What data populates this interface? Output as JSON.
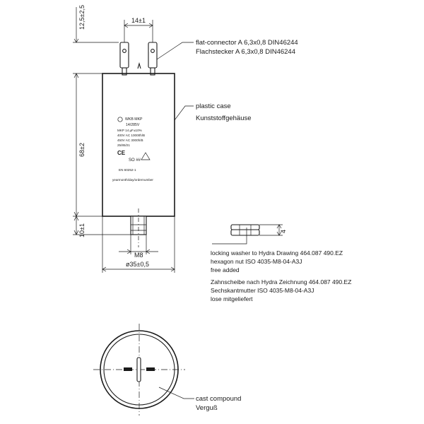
{
  "dimensions": {
    "terminal_length": "12,5±2,5",
    "terminal_spacing": "14±1",
    "body_length": "68±2",
    "stud_length": "10±1",
    "thread": "M8",
    "diameter": "ø35±0,5",
    "nut_height": "4"
  },
  "callouts": {
    "connector_en": "flat-connector A 6,3x0,8 DIN46244",
    "connector_de": "Flachstecker A 6,3x0,8 DIN46244",
    "case_en": "plastic case",
    "case_de": "Kunststoffgehäuse",
    "washer_lines": [
      "locking washer to Hydra Drawing 464.087 490.EZ",
      "hexagon nut ISO 4035-M8-04-A3J",
      "free added",
      "Zahnscheibe nach Hydra Zeichnung 464.087 490.EZ",
      "Sechskantmutter ISO 4035-M8-04-A3J",
      "lose mitgeliefert"
    ],
    "compound_en": "cast compound",
    "compound_de": "Verguß"
  },
  "label_text": {
    "line1": "WKB MKP",
    "line2": "14/285V",
    "line3": "MKP 14 µF±10%",
    "line4": "400V AC 10000h/B",
    "line5": "450V AC 3000h/B",
    "line6": "25/85/21",
    "mark_ce": "CE",
    "mark_s": "SO ##",
    "line7": "EN 60252-1",
    "line8": "yearmonth/day/ordernumber"
  }
}
